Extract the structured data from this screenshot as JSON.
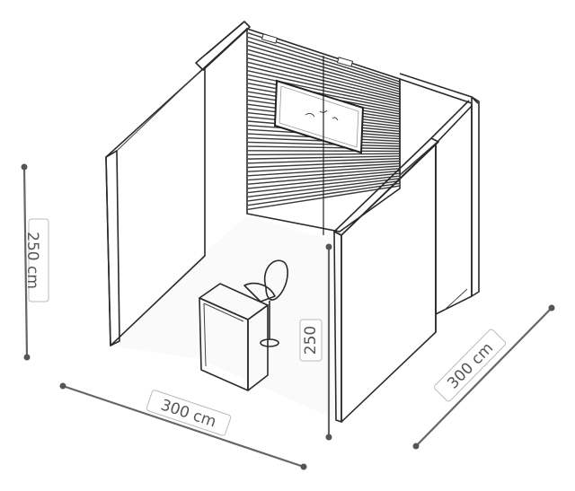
{
  "dimensions": {
    "height_label": "250 cm",
    "front_width_label": "300 cm",
    "side_depth_label": "300 cm",
    "wall_height_label": "250"
  },
  "colors": {
    "dimension_line": "#666666",
    "outline": "#2a2a2a",
    "slatwall": "#3a3a3a"
  }
}
